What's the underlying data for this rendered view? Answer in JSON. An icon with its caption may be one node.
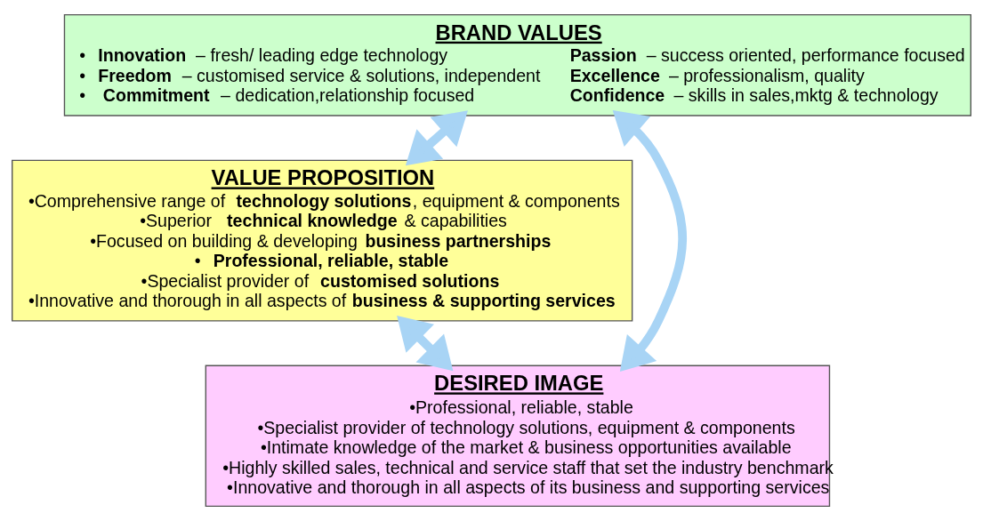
{
  "diagram": {
    "nodes": [
      {
        "text": [
          "BRAND VALUES",
          "•**Innovation** – fresh/ leading edge technology",
          "**Passion** – success oriented, performance focused",
          "•**Freedom** – customised service & solutions, independent",
          "**Excellence** – professionalism, quality",
          "• **Commitment** – dedication,relationship focused",
          "**Confidence** – skills in sales,mktg & technology"
        ]
      },
      {
        "text": [
          "VALUE PROPOSITION",
          "•Comprehensive range of **technology solutions**, equipment & components",
          "•Superior **technical knowledge** & capabilities",
          "•Focused on building & developing **business partnerships**",
          "•**Professional, reliable, stable**",
          "•Specialist provider of **customised solutions**",
          "•Innovative and thorough in all aspects of **business & supporting services**"
        ]
      },
      {
        "text": [
          "DESIRED IMAGE",
          "•Professional, reliable, stable",
          "•Specialist provider of technology solutions, equipment & components",
          "•Intimate knowledge of the market & business opportunities available",
          "•Highly skilled sales, technical and service staff that set the industry benchmark",
          "•Innovative and thorough in all aspects of its business and supporting services"
        ]
      }
    ],
    "edges": [
      {
        "from": 0,
        "to": 2,
        "arrow": "both"
      },
      {
        "from": 0,
        "to": 1,
        "arrow": "both"
      },
      {
        "from": 1,
        "to": 2,
        "arrow": "both"
      }
    ]
  }
}
